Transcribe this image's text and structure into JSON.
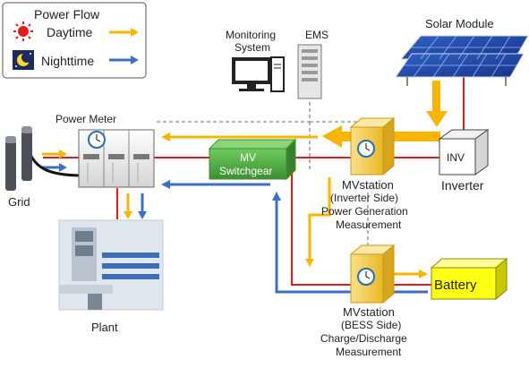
{
  "legend": {
    "title": "Power Flow",
    "daytime": "Daytime",
    "nighttime": "Nighttime"
  },
  "labels": {
    "ems": "EMS",
    "monitoring_line1": "Monitoring",
    "monitoring_line2": "System",
    "solar_module": "Solar Module",
    "power_meter": "Power Meter",
    "grid": "Grid",
    "plant": "Plant",
    "switchgear_line1": "MV",
    "switchgear_line2": "Switchgear",
    "inverter_box": "INV",
    "inverter": "Inverter",
    "mv_inverter_title": "MVstation",
    "mv_inverter_line1": "(Inverter Side)",
    "mv_inverter_line2": "Power Generation",
    "mv_inverter_line3": "Measurement",
    "mv_bess_title": "MVstation",
    "mv_bess_line1": "(BESS Side)",
    "mv_bess_line2": "Charge/Discharge",
    "mv_bess_line3": "Measurement",
    "battery": "Battery"
  },
  "colors": {
    "daytime_flow": "#f7b500",
    "nighttime_flow": "#3f6fc2",
    "ac_line": "#e01b1b",
    "switchgear": "#4caa3c",
    "mv_station": "#f6cf4c",
    "battery": "#ffff14",
    "signal_line": "#8a8a8a"
  },
  "icons": {
    "sun": "sun-icon",
    "moon": "moon-icon",
    "meter": "meter-gauge-icon",
    "computer": "computer-icon",
    "server": "server-icon",
    "solar": "solar-panel-icon",
    "building": "building-icon",
    "grid": "grid-pole-icon"
  }
}
